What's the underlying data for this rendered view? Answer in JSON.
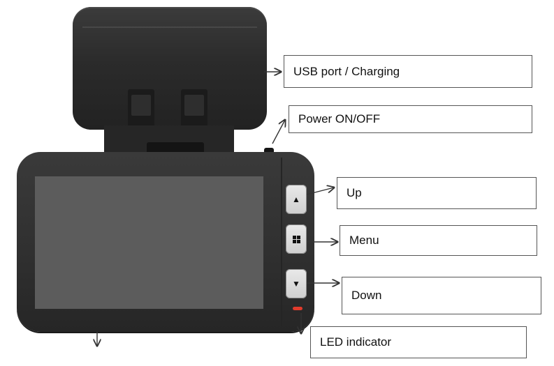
{
  "labels": {
    "usb": "USB port / Charging",
    "power": "Power ON/OFF",
    "up": "Up",
    "menu": "Menu",
    "down": "Down",
    "led": "LED indicator"
  },
  "buttons": {
    "up_glyph": "▲",
    "down_glyph": "▼"
  },
  "colors": {
    "body": "#2f2f2f",
    "screen": "#5c5c5c",
    "led": "#e23b2c",
    "label_border": "#555555"
  }
}
